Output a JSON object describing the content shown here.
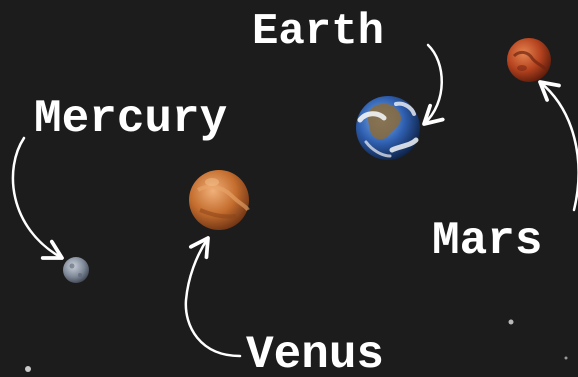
{
  "labels": {
    "earth": "Earth",
    "mercury": "Mercury",
    "mars": "Mars",
    "venus": "Venus"
  },
  "colors": {
    "background": "#1c1c1c",
    "label_text": "#ffffff",
    "arrow": "#ffffff",
    "earth_ocean": "#2f5fb0",
    "earth_cloud": "#f2f4f7",
    "mercury": "#8a94a3",
    "venus": "#c46d2e",
    "mars": "#b5431f"
  }
}
